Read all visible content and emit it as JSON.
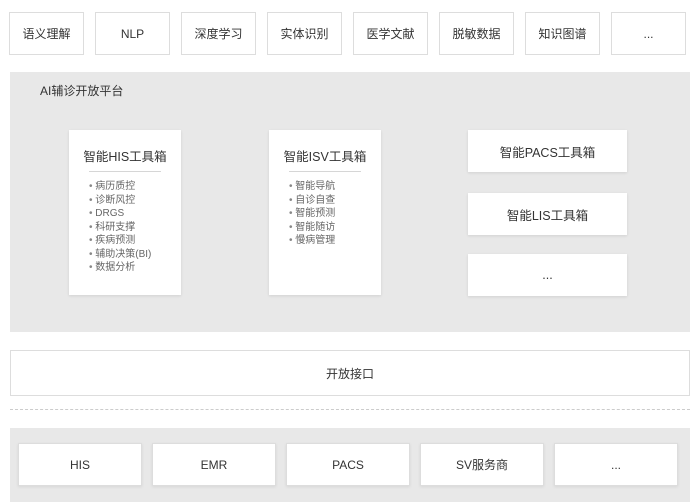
{
  "top_row": [
    "语义理解",
    "NLP",
    "深度学习",
    "实体识别",
    "医学文献",
    "脱敏数据",
    "知识图谱",
    "..."
  ],
  "platform": {
    "title": "AI辅诊开放平台",
    "toolboxes": [
      {
        "title": "智能HIS工具箱",
        "items": [
          "病历质控",
          "诊断风控",
          "DRGS",
          "科研支撑",
          "疾病预测",
          "辅助决策(BI)",
          "数据分析"
        ]
      },
      {
        "title": "智能ISV工具箱",
        "items": [
          "智能导航",
          "自诊自查",
          "智能预测",
          "智能随访",
          "慢病管理"
        ]
      }
    ],
    "stack": [
      "智能PACS工具箱",
      "智能LIS工具箱",
      "..."
    ]
  },
  "open_api": "开放接口",
  "bottom_row": [
    "HIS",
    "EMR",
    "PACS",
    "SV服务商",
    "..."
  ],
  "colors": {
    "band": "#e8e8e8",
    "box_border": "#dddddd",
    "text": "#333333"
  }
}
